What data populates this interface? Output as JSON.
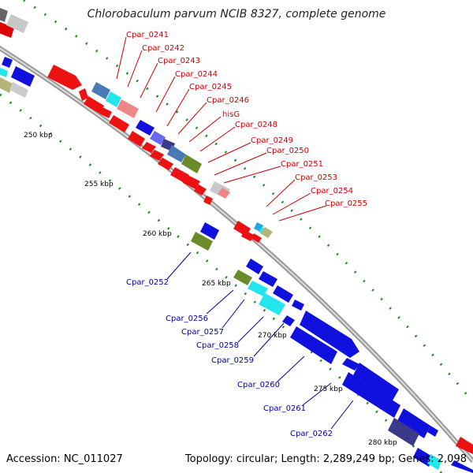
{
  "title": "Chlorobaculum parvum NCIB 8327, complete genome",
  "footer": {
    "accession": "Accession: NC_011027",
    "summary": "Topology: circular; Length: 2,289,249 bp; Genes: 2,098"
  },
  "scale_labels": [
    "250 kbp",
    "255 kbp",
    "260 kbp",
    "265 kbp",
    "270 kbp",
    "275 kbp",
    "280 kbp"
  ],
  "upper_gene_labels": [
    "Cpar_0241",
    "Cpar_0242",
    "Cpar_0243",
    "Cpar_0244",
    "Cpar_0245",
    "Cpar_0246",
    "hisG",
    "Cpar_0248",
    "Cpar_0249",
    "Cpar_0250",
    "Cpar_0251",
    "Cpar_0253",
    "Cpar_0254",
    "Cpar_0255"
  ],
  "lower_gene_labels": [
    "Cpar_0252",
    "Cpar_0256",
    "Cpar_0257",
    "Cpar_0258",
    "Cpar_0259",
    "Cpar_0260",
    "Cpar_0261",
    "Cpar_0262"
  ],
  "colors": {
    "red_label": "#cc0000",
    "blue_label": "#000099",
    "backbone": "#888888",
    "tick": "#1a8a1a",
    "gene_red": "#ee1111",
    "gene_blue": "#1111dd",
    "gene_cyan": "#22e5ee",
    "gene_pink": "#ee8888",
    "gene_gray": "#cccccc",
    "gene_olive": "#6b8a2a",
    "gene_steel": "#4a7ab5",
    "gene_navy": "#3a3a88"
  }
}
